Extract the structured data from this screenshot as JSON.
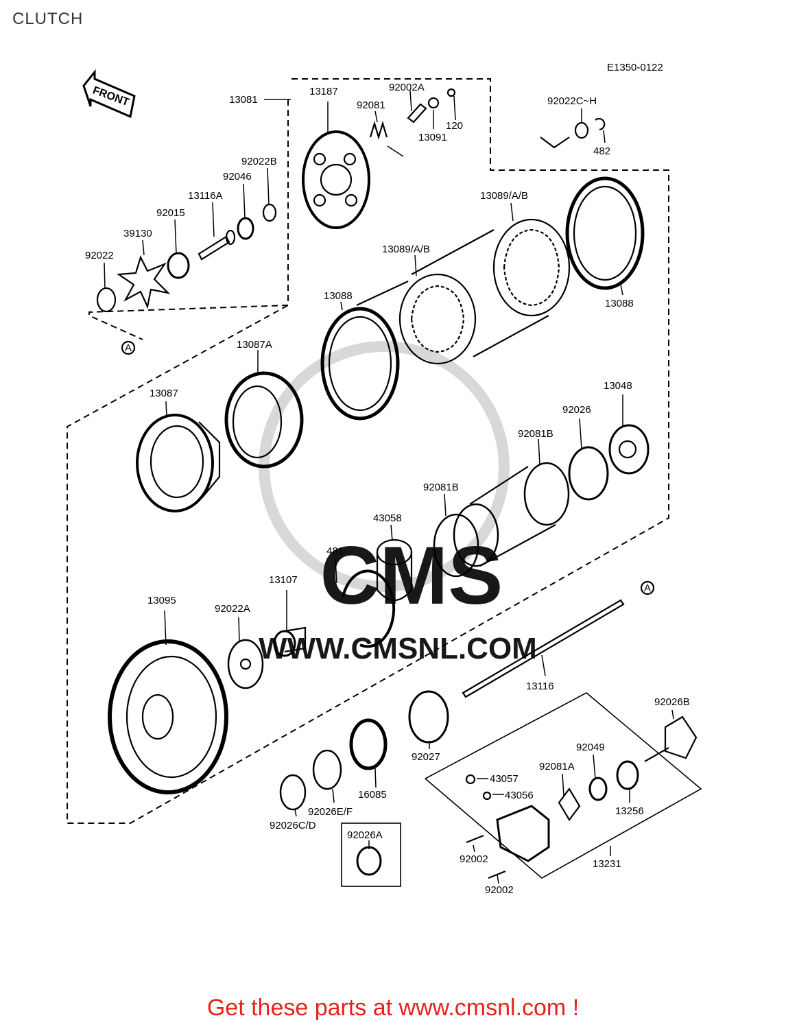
{
  "title": "CLUTCH",
  "diagram_code": "E1350-0122",
  "direction_label": "FRONT",
  "callout_a": "A",
  "watermark": "WWW.CMSNL.COM",
  "watermark_logo": "CMS",
  "footer": "Get these parts at www.cmsnl.com !",
  "colors": {
    "footer": "#e8201c",
    "ink": "#000000",
    "watermark": "#d0d0d0"
  },
  "parts": {
    "p13081": "13081",
    "p13187": "13187",
    "p92002A": "92002A",
    "p92081": "92081",
    "p120": "120",
    "p13091": "13091",
    "p92022CH": "92022C~H",
    "p482": "482",
    "p92022B": "92022B",
    "p92046": "92046",
    "p13116A": "13116A",
    "p92015": "92015",
    "p39130": "39130",
    "p92022": "92022",
    "p13089AB_1": "13089/A/B",
    "p13089AB_2": "13089/A/B",
    "p13088_1": "13088",
    "p13088_2": "13088",
    "p13087A": "13087A",
    "p13087": "13087",
    "p13048": "13048",
    "p92026": "92026",
    "p92081B_1": "92081B",
    "p92081B_2": "92081B",
    "p43058": "43058",
    "p481": "481",
    "p13107": "13107",
    "p13095": "13095",
    "p92022A": "92022A",
    "p13116": "13116",
    "p92026B": "92026B",
    "p92049": "92049",
    "p92081A": "92081A",
    "p43057": "43057",
    "p43056": "43056",
    "p13256": "13256",
    "p92027": "92027",
    "p16085": "16085",
    "p92026EF": "92026E/F",
    "p92026CD": "92026C/D",
    "p92026A": "92026A",
    "p92002_1": "92002",
    "p92002_2": "92002",
    "p13231": "13231"
  }
}
